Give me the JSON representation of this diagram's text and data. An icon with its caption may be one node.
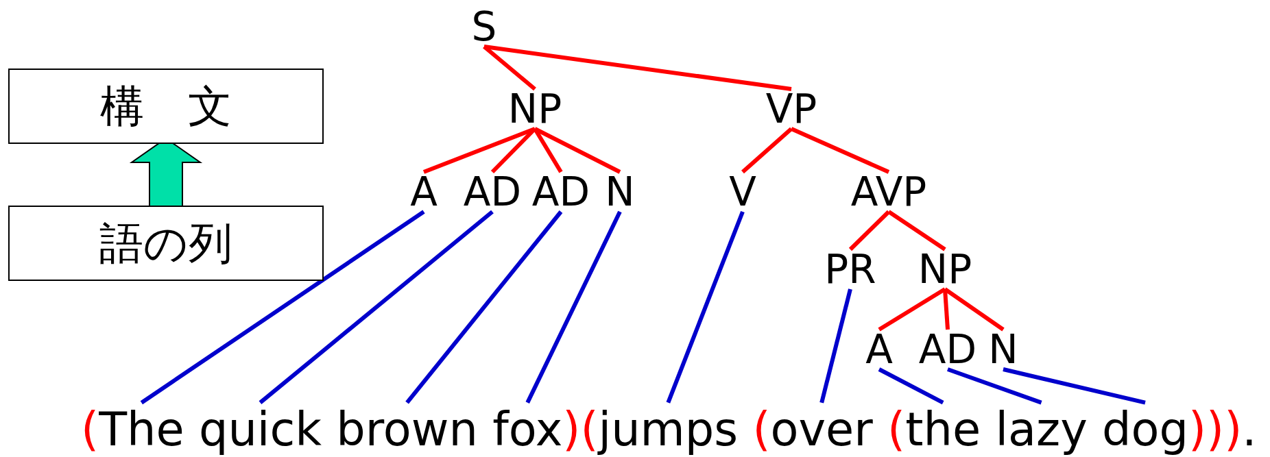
{
  "diagram": {
    "nodes": [
      {
        "text": [
          "構　文"
        ]
      },
      {
        "text": [
          "語の列"
        ]
      },
      {
        "text": [
          "S"
        ]
      },
      {
        "text": [
          "NP"
        ]
      },
      {
        "text": [
          "VP"
        ]
      },
      {
        "text": [
          "A"
        ]
      },
      {
        "text": [
          "AD"
        ]
      },
      {
        "text": [
          "AD"
        ]
      },
      {
        "text": [
          "N"
        ]
      },
      {
        "text": [
          "V"
        ]
      },
      {
        "text": [
          "AVP"
        ]
      },
      {
        "text": [
          "PR"
        ]
      },
      {
        "text": [
          "NP"
        ]
      },
      {
        "text": [
          "A"
        ]
      },
      {
        "text": [
          "AD"
        ]
      },
      {
        "text": [
          "N"
        ]
      },
      {
        "text": [
          "The"
        ]
      },
      {
        "text": [
          "quick"
        ]
      },
      {
        "text": [
          "brown"
        ]
      },
      {
        "text": [
          "fox"
        ]
      },
      {
        "text": [
          "jumps"
        ]
      },
      {
        "text": [
          "over"
        ]
      },
      {
        "text": [
          "the"
        ]
      },
      {
        "text": [
          "lazy"
        ]
      },
      {
        "text": [
          "dog"
        ]
      }
    ],
    "edges": [
      {
        "from": 1,
        "to": 0,
        "arrow": "to",
        "style": "thick",
        "color": "#00e0a8"
      },
      {
        "from": 2,
        "to": 3,
        "arrow": "none"
      },
      {
        "from": 2,
        "to": 4,
        "arrow": "none"
      },
      {
        "from": 3,
        "to": 5,
        "arrow": "none"
      },
      {
        "from": 3,
        "to": 6,
        "arrow": "none"
      },
      {
        "from": 3,
        "to": 7,
        "arrow": "none"
      },
      {
        "from": 3,
        "to": 8,
        "arrow": "none"
      },
      {
        "from": 4,
        "to": 9,
        "arrow": "none"
      },
      {
        "from": 4,
        "to": 10,
        "arrow": "none"
      },
      {
        "from": 10,
        "to": 11,
        "arrow": "none"
      },
      {
        "from": 10,
        "to": 12,
        "arrow": "none"
      },
      {
        "from": 12,
        "to": 13,
        "arrow": "none"
      },
      {
        "from": 12,
        "to": 14,
        "arrow": "none"
      },
      {
        "from": 12,
        "to": 15,
        "arrow": "none"
      },
      {
        "from": 5,
        "to": 16,
        "arrow": "none",
        "color": "#0000cc"
      },
      {
        "from": 6,
        "to": 17,
        "arrow": "none",
        "color": "#0000cc"
      },
      {
        "from": 7,
        "to": 18,
        "arrow": "none",
        "color": "#0000cc"
      },
      {
        "from": 8,
        "to": 19,
        "arrow": "none",
        "color": "#0000cc"
      },
      {
        "from": 9,
        "to": 20,
        "arrow": "none",
        "color": "#0000cc"
      },
      {
        "from": 11,
        "to": 21,
        "arrow": "none",
        "color": "#0000cc"
      },
      {
        "from": 13,
        "to": 22,
        "arrow": "none",
        "color": "#0000cc"
      },
      {
        "from": 14,
        "to": 23,
        "arrow": "none",
        "color": "#0000cc"
      },
      {
        "from": 15,
        "to": 24,
        "arrow": "none",
        "color": "#0000cc"
      }
    ],
    "labels": [
      "(",
      ")",
      "(",
      "(",
      "(",
      ")",
      ")",
      ")",
      "."
    ]
  }
}
